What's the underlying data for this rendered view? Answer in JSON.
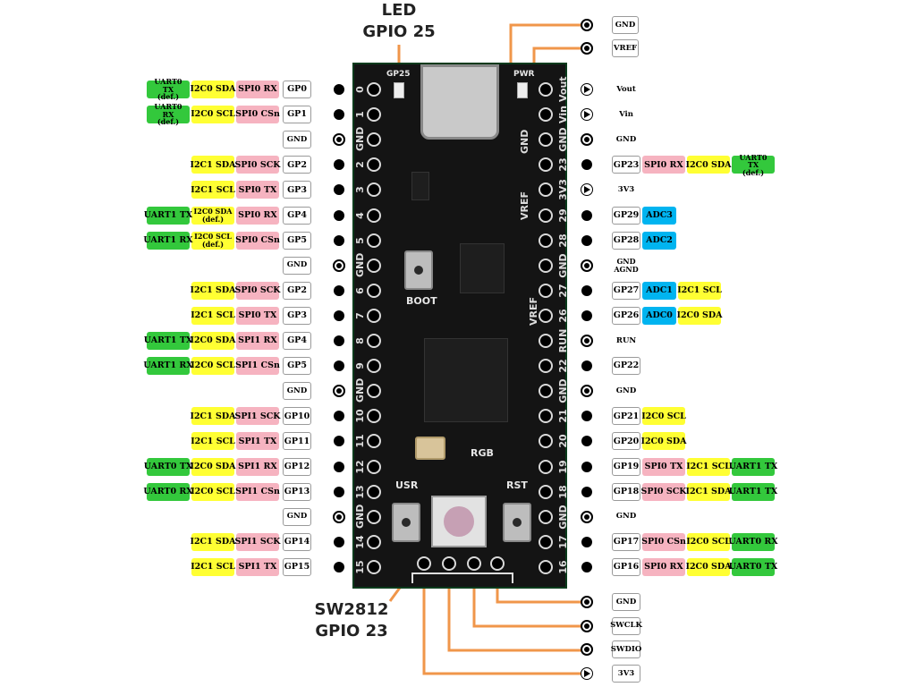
{
  "colors": {
    "spi": "#f6b3c0",
    "i2c": "#ffff33",
    "uart": "#33c83c",
    "adc": "#00b4f0",
    "wire": "#f0964a",
    "board": "#141414"
  },
  "annotations": {
    "led_line1": "LED",
    "led_line2": "GPIO 25",
    "rgb_line1": "SW2812",
    "rgb_line2": "GPIO 23"
  },
  "board_labels": {
    "boot": "BOOT",
    "rgb": "RGB",
    "usr": "USR",
    "rst": "RST",
    "gp25": "GP25",
    "pwr": "PWR"
  },
  "left_rows": [
    {
      "pin": "GP0",
      "silk": "0",
      "tags": [
        [
          "spi",
          "SPI0 RX"
        ],
        [
          "i2c",
          "I2C0 SDA"
        ],
        [
          "uart",
          "UART0 TX\n(def.)"
        ]
      ]
    },
    {
      "pin": "GP1",
      "silk": "1",
      "tags": [
        [
          "spi",
          "SPI0 CSn"
        ],
        [
          "i2c",
          "I2C0 SCL"
        ],
        [
          "uart",
          "UART0 RX\n(def.)"
        ]
      ]
    },
    {
      "pin": "GND",
      "silk": "GND",
      "gnd": true,
      "tags": []
    },
    {
      "pin": "GP2",
      "silk": "2",
      "tags": [
        [
          "spi",
          "SPI0 SCK"
        ],
        [
          "i2c",
          "I2C1 SDA"
        ]
      ]
    },
    {
      "pin": "GP3",
      "silk": "3",
      "tags": [
        [
          "spi",
          "SPI0 TX"
        ],
        [
          "i2c",
          "I2C1 SCL"
        ]
      ]
    },
    {
      "pin": "GP4",
      "silk": "4",
      "tags": [
        [
          "spi",
          "SPI0 RX"
        ],
        [
          "i2c",
          "I2C0 SDA\n(def.)"
        ],
        [
          "uart",
          "UART1 TX"
        ]
      ]
    },
    {
      "pin": "GP5",
      "silk": "5",
      "tags": [
        [
          "spi",
          "SPI0 CSn"
        ],
        [
          "i2c",
          "I2C0 SCL\n(def.)"
        ],
        [
          "uart",
          "UART1 RX"
        ]
      ]
    },
    {
      "pin": "GND",
      "silk": "GND",
      "gnd": true,
      "tags": []
    },
    {
      "pin": "GP2",
      "silk": "6",
      "tags": [
        [
          "spi",
          "SPI0 SCK"
        ],
        [
          "i2c",
          "I2C1 SDA"
        ]
      ]
    },
    {
      "pin": "GP3",
      "silk": "7",
      "tags": [
        [
          "spi",
          "SPI0 TX"
        ],
        [
          "i2c",
          "I2C1 SCL"
        ]
      ]
    },
    {
      "pin": "GP4",
      "silk": "8",
      "tags": [
        [
          "spi",
          "SPI1 RX"
        ],
        [
          "i2c",
          "I2C0 SDA"
        ],
        [
          "uart",
          "UART1 TX"
        ]
      ]
    },
    {
      "pin": "GP5",
      "silk": "9",
      "tags": [
        [
          "spi",
          "SPI1 CSn"
        ],
        [
          "i2c",
          "I2C0 SCL"
        ],
        [
          "uart",
          "UART1 RX"
        ]
      ]
    },
    {
      "pin": "GND",
      "silk": "GND",
      "gnd": true,
      "tags": []
    },
    {
      "pin": "GP10",
      "silk": "10",
      "tags": [
        [
          "spi",
          "SPI1 SCK"
        ],
        [
          "i2c",
          "I2C1 SDA"
        ]
      ]
    },
    {
      "pin": "GP11",
      "silk": "11",
      "tags": [
        [
          "spi",
          "SPI1 TX"
        ],
        [
          "i2c",
          "I2C1 SCL"
        ]
      ]
    },
    {
      "pin": "GP12",
      "silk": "12",
      "tags": [
        [
          "spi",
          "SPI1 RX"
        ],
        [
          "i2c",
          "I2C0 SDA"
        ],
        [
          "uart",
          "UART0 TX"
        ]
      ]
    },
    {
      "pin": "GP13",
      "silk": "13",
      "tags": [
        [
          "spi",
          "SPI1 CSn"
        ],
        [
          "i2c",
          "I2C0 SCL"
        ],
        [
          "uart",
          "UART0 RX"
        ]
      ]
    },
    {
      "pin": "GND",
      "silk": "GND",
      "gnd": true,
      "tags": []
    },
    {
      "pin": "GP14",
      "silk": "14",
      "tags": [
        [
          "spi",
          "SPI1 SCK"
        ],
        [
          "i2c",
          "I2C1 SDA"
        ]
      ]
    },
    {
      "pin": "GP15",
      "silk": "15",
      "tags": [
        [
          "spi",
          "SPI1 TX"
        ],
        [
          "i2c",
          "I2C1 SCL"
        ]
      ]
    }
  ],
  "right_rows": [
    {
      "pin": "Vout",
      "silk": "Vout",
      "kind": "tri",
      "tags": []
    },
    {
      "pin": "Vin",
      "silk": "Vin",
      "kind": "tri",
      "tags": []
    },
    {
      "pin": "GND",
      "silk": "GND",
      "kind": "ring",
      "tags": []
    },
    {
      "pin": "GP23",
      "silk": "23",
      "kind": "dot",
      "tags": [
        [
          "spi",
          "SPI0 RX"
        ],
        [
          "i2c",
          "I2C0 SDA"
        ],
        [
          "uart",
          "UART0 TX\n(def.)"
        ]
      ]
    },
    {
      "pin": "3V3",
      "silk": "3V3",
      "kind": "tri",
      "tags": []
    },
    {
      "pin": "GP29",
      "silk": "29",
      "kind": "dot",
      "tags": [
        [
          "adc",
          "ADC3"
        ]
      ]
    },
    {
      "pin": "GP28",
      "silk": "28",
      "kind": "dot",
      "tags": [
        [
          "adc",
          "ADC2"
        ]
      ]
    },
    {
      "pin": "GND\nAGND",
      "silk": "GND",
      "kind": "ring",
      "tags": []
    },
    {
      "pin": "GP27",
      "silk": "27",
      "kind": "dot",
      "tags": [
        [
          "adc",
          "ADC1"
        ],
        [
          "i2c",
          "I2C1 SCL"
        ]
      ]
    },
    {
      "pin": "GP26",
      "silk": "26",
      "kind": "dot",
      "tags": [
        [
          "adc",
          "ADC0"
        ],
        [
          "i2c",
          "I2C0 SDA"
        ]
      ]
    },
    {
      "pin": "RUN",
      "silk": "RUN",
      "kind": "ring",
      "tags": []
    },
    {
      "pin": "GP22",
      "silk": "22",
      "kind": "dot",
      "tags": []
    },
    {
      "pin": "GND",
      "silk": "GND",
      "kind": "ring",
      "tags": []
    },
    {
      "pin": "GP21",
      "silk": "21",
      "kind": "dot",
      "tags": [
        [
          "i2c",
          "I2C0 SCL"
        ]
      ]
    },
    {
      "pin": "GP20",
      "silk": "20",
      "kind": "dot",
      "tags": [
        [
          "i2c",
          "I2C0 SDA"
        ]
      ]
    },
    {
      "pin": "GP19",
      "silk": "19",
      "kind": "dot",
      "tags": [
        [
          "spi",
          "SPI0 TX"
        ],
        [
          "i2c",
          "I2C1 SCL"
        ],
        [
          "uart",
          "UART1 TX"
        ]
      ]
    },
    {
      "pin": "GP18",
      "silk": "18",
      "kind": "dot",
      "tags": [
        [
          "spi",
          "SPI0 SCK"
        ],
        [
          "i2c",
          "I2C1 SDA"
        ],
        [
          "uart",
          "UART1 TX"
        ]
      ]
    },
    {
      "pin": "GND",
      "silk": "GND",
      "kind": "ring",
      "tags": []
    },
    {
      "pin": "GP17",
      "silk": "17",
      "kind": "dot",
      "tags": [
        [
          "spi",
          "SPI0 CSn"
        ],
        [
          "i2c",
          "I2C0 SCL"
        ],
        [
          "uart",
          "UART0 RX"
        ]
      ]
    },
    {
      "pin": "GP16",
      "silk": "16",
      "kind": "dot",
      "tags": [
        [
          "spi",
          "SPI0 RX"
        ],
        [
          "i2c",
          "I2C0 SDA"
        ],
        [
          "uart",
          "UART0 TX"
        ]
      ]
    }
  ],
  "top_pins": [
    {
      "label": "GND",
      "kind": "ring"
    },
    {
      "label": "VREF",
      "kind": "ring"
    }
  ],
  "bottom_pins": [
    {
      "label": "GND",
      "kind": "ring"
    },
    {
      "label": "SWCLK",
      "kind": "ring"
    },
    {
      "label": "SWDIO",
      "kind": "ring"
    },
    {
      "label": "3V3",
      "kind": "tri"
    }
  ],
  "inner_silk": {
    "gnd": "GND",
    "vref": "VREF",
    "vref2": "VREF",
    "vout_col": "Vout"
  }
}
